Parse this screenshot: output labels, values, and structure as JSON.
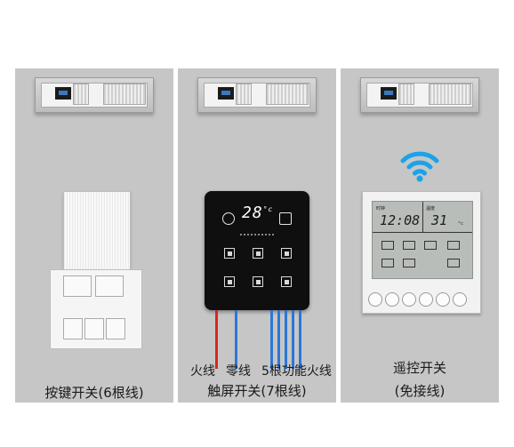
{
  "panels": [
    {
      "id": "key-switch",
      "caption": "按键开关(6根线)"
    },
    {
      "id": "touch-switch",
      "display_temp": "28",
      "display_unit": "°c",
      "wire_labels": {
        "live": "火线",
        "neutral": "零线",
        "function": "5根功能火线"
      },
      "caption": "触屏开关(7根线)",
      "wire_colors": [
        "#e3231a",
        "#2a77d8",
        "#2a77d8",
        "#2a77d8",
        "#2a77d8",
        "#2a77d8",
        "#2a77d8"
      ]
    },
    {
      "id": "remote-switch",
      "lcd": {
        "time_label": "时钟",
        "time": "12:08",
        "temp_label": "温度",
        "temp": "31",
        "temp_unit": "°c"
      },
      "caption_line1": "遥控开关",
      "caption_line2": "(免接线)",
      "icons": [
        "wifi-signal-icon"
      ]
    }
  ],
  "colors": {
    "panel_bg": "#c6c6c6",
    "wire_red": "#e3231a",
    "wire_blue": "#2a77d8",
    "wifi_blue": "#1aa3e8"
  }
}
